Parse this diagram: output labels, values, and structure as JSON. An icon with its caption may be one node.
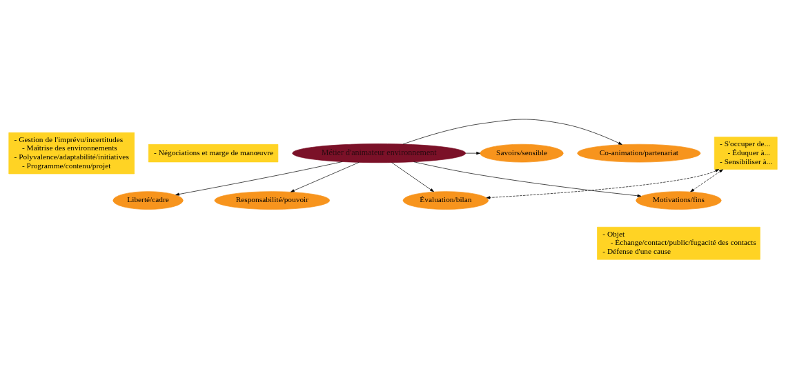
{
  "diagram": {
    "nodes": [
      {
        "text": [
          "Métier d'animateur environnement"
        ]
      },
      {
        "text": [
          "Liberté/cadre"
        ]
      },
      {
        "text": [
          "Responsabilité/pouvoir"
        ]
      },
      {
        "text": [
          "Co-animation/partenariat"
        ]
      },
      {
        "text": [
          "Savoirs/sensible"
        ]
      },
      {
        "text": [
          "Évaluation/bilan"
        ]
      },
      {
        "text": [
          "Motivations/fins"
        ]
      },
      {
        "text": [
          "- Gestion de l'imprévu/incertitudes",
          "- Maîtrise des environnements",
          "- Polyvalence/adaptabilité/initiatives",
          "- Programme/contenu/projet"
        ]
      },
      {
        "text": [
          "- Négociations et marge de manœuvre"
        ]
      },
      {
        "text": [
          "- Objet",
          "- Échange/contact/public/fugacité des contacts",
          "- Défense d'une cause"
        ]
      },
      {
        "text": [
          "- S'occuper de...",
          "- Éduquer à...",
          "- Sensibiliser à..."
        ]
      }
    ],
    "edges": [
      {
        "from": 0,
        "to": 1,
        "arrow": "to"
      },
      {
        "from": 0,
        "to": 2,
        "arrow": "to"
      },
      {
        "from": 0,
        "to": 3,
        "arrow": "to"
      },
      {
        "from": 0,
        "to": 4,
        "arrow": "to"
      },
      {
        "from": 0,
        "to": 5,
        "arrow": "to"
      },
      {
        "from": 0,
        "to": 6,
        "arrow": "to"
      },
      {
        "from": 10,
        "to": 5,
        "arrow": "both",
        "style": "dashed"
      },
      {
        "from": 10,
        "to": 6,
        "arrow": "both",
        "style": "dashed"
      }
    ]
  }
}
